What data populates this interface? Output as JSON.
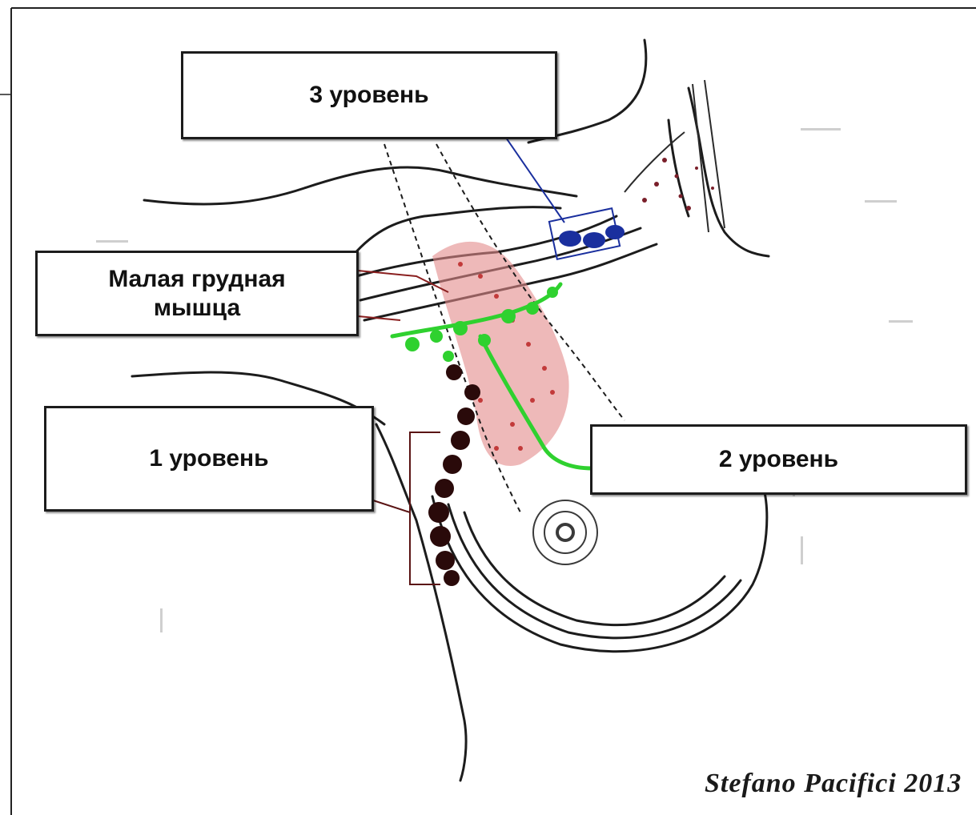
{
  "labels": {
    "level3": "3 уровень",
    "pectoralis_minor": "Малая грудная\nмышца",
    "level1": "1 уровень",
    "level2": "2 уровень"
  },
  "signature": "Stefano Pacifici 2013",
  "colors": {
    "level1_nodes": "#2a0a0a",
    "level2_nodes": "#2fd12f",
    "level3_nodes": "#1a2f9e",
    "muscle": "#d94a4a",
    "outline": "#1c1c1c"
  }
}
